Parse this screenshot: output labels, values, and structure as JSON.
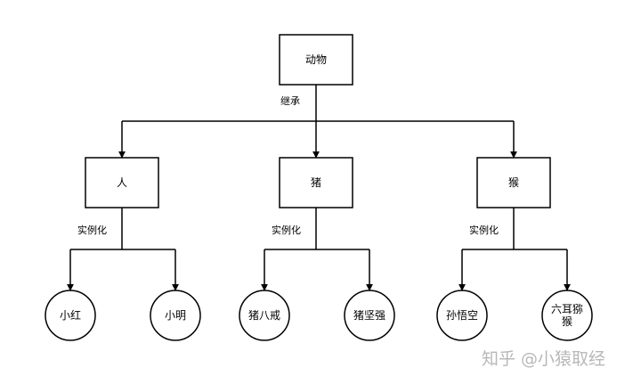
{
  "diagram": {
    "root": {
      "label": "动物"
    },
    "inherit_label": "继承",
    "instantiate_label": "实例化",
    "classes": [
      {
        "label": "人",
        "instances": [
          "小红",
          "小明"
        ]
      },
      {
        "label": "猪",
        "instances": [
          "猪八戒",
          "猪坚强"
        ]
      },
      {
        "label": "猴",
        "instances": [
          "孙悟空",
          [
            "六耳猕",
            "猴"
          ]
        ]
      }
    ]
  },
  "watermark": {
    "text": "知乎 @小猿取经"
  }
}
